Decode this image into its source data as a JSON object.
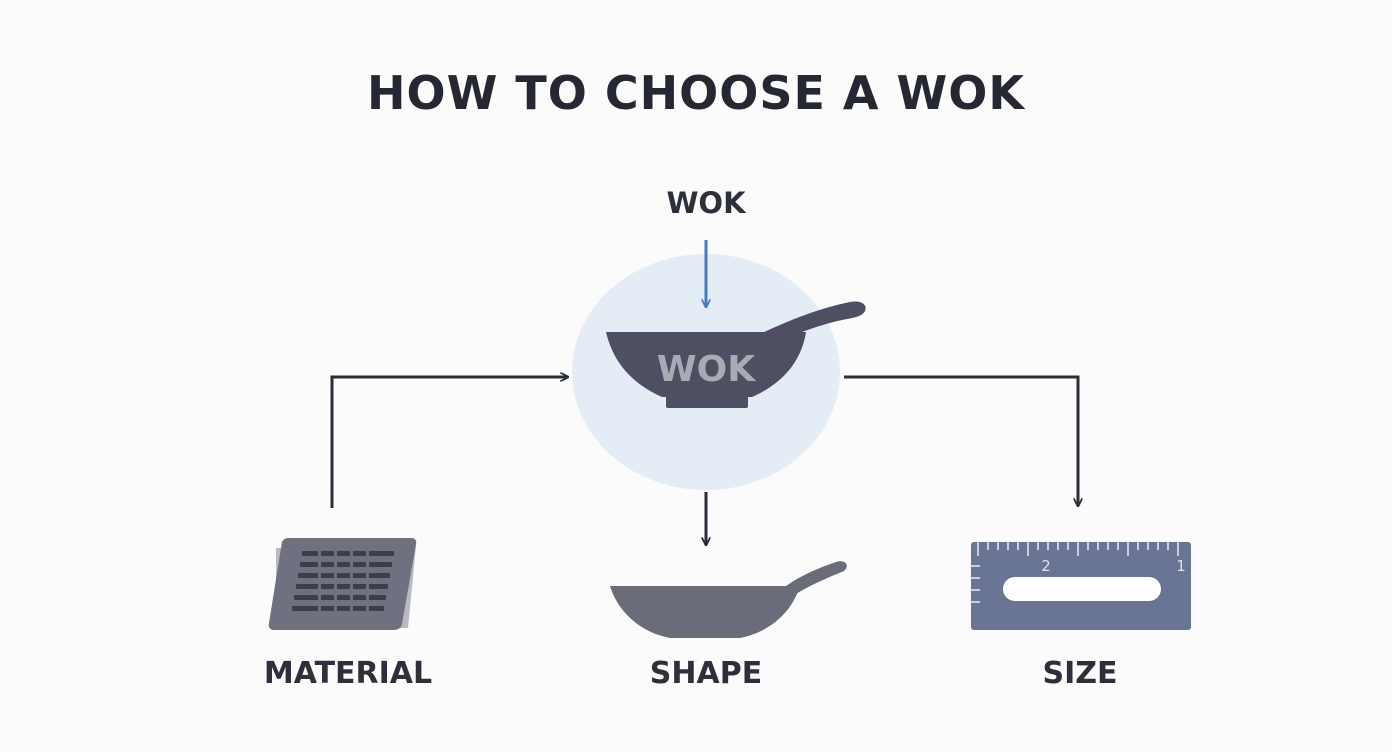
{
  "title": "HOW TO CHOOSE A WOK",
  "center": {
    "top_label": "WOK",
    "wok_text": "WOK"
  },
  "options": [
    {
      "label": "MATERIAL",
      "icon": "material-swatch-icon"
    },
    {
      "label": "SHAPE",
      "icon": "wok-shape-icon"
    },
    {
      "label": "SIZE",
      "icon": "ruler-icon"
    }
  ],
  "ruler": {
    "marks": [
      "2",
      "1"
    ]
  },
  "colors": {
    "title": "#252733",
    "arrow_dark": "#2b2d3a",
    "arrow_blue": "#4a7ab8",
    "circle_fill": "#e4ecf6",
    "wok_dark": "#4e4f62",
    "wok_text": "#a9aab4",
    "material": "#6f7080",
    "shape_wok": "#6b6c79",
    "ruler": "#6a7494"
  }
}
